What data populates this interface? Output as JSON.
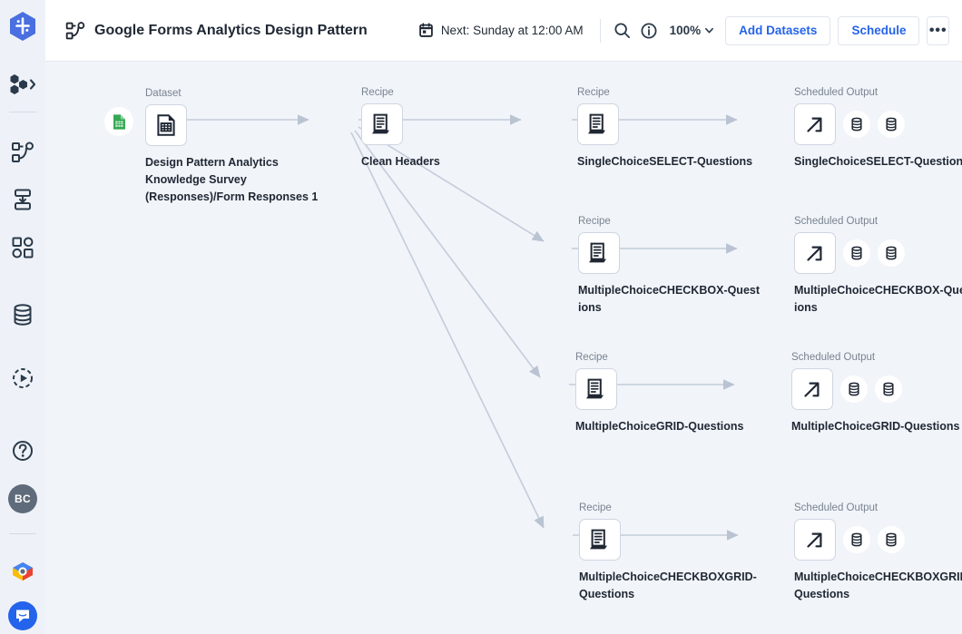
{
  "rail": {
    "logo": "dataiku-logo",
    "items": [
      {
        "name": "projects-hexagons-icon",
        "label": "Projects"
      },
      {
        "name": "flow-icon",
        "label": "Flow"
      },
      {
        "name": "prepare-icon",
        "label": "Recipes"
      },
      {
        "name": "apps-grid-icon",
        "label": "Apps"
      },
      {
        "name": "datasets-database-icon",
        "label": "Datasets"
      },
      {
        "name": "scenarios-play-icon",
        "label": "Scenarios"
      },
      {
        "name": "help-icon",
        "label": "Help"
      }
    ],
    "avatar": "BC",
    "cloud_logo": "google-cloud-icon",
    "chat": "intercom-chat-icon"
  },
  "header": {
    "flow_icon": "flow-icon",
    "title": "Google Forms Analytics Design Pattern",
    "calendar_icon": "calendar-icon",
    "next_run": "Next: Sunday at 12:00 AM",
    "search_icon": "search-icon",
    "info_icon": "info-icon",
    "zoom": "100%",
    "zoom_caret": "chevron-down-icon",
    "add_datasets_label": "Add Datasets",
    "schedule_label": "Schedule",
    "more_label": "•••"
  },
  "labels": {
    "dataset": "Dataset",
    "recipe": "Recipe",
    "scheduled_output": "Scheduled Output"
  },
  "flow": {
    "source": {
      "kind": "Dataset",
      "name": "Design Pattern Analytics Knowledge Survey (Responses)/Form Responses 1",
      "connector": "google-sheets-icon"
    },
    "clean": {
      "kind": "Recipe",
      "name": "Clean Headers"
    },
    "branches": [
      {
        "recipe_kind": "Recipe",
        "recipe_name": "SingleChoiceSELECT-Questions",
        "output_kind": "Scheduled Output",
        "output_name": "SingleChoiceSELECT-Questions"
      },
      {
        "recipe_kind": "Recipe",
        "recipe_name": "MultipleChoiceCHECKBOX-Questions",
        "output_kind": "Scheduled Output",
        "output_name": "MultipleChoiceCHECKBOX-Questions"
      },
      {
        "recipe_kind": "Recipe",
        "recipe_name": "MultipleChoiceGRID-Questions",
        "output_kind": "Scheduled Output",
        "output_name": "MultipleChoiceGRID-Questions"
      },
      {
        "recipe_kind": "Recipe",
        "recipe_name": "MultipleChoiceCHECKBOXGRID-Questions",
        "output_kind": "Scheduled Output",
        "output_name": "MultipleChoiceCHECKBOXGRID-Questions"
      }
    ]
  },
  "colors": {
    "accent": "#2463eb",
    "canvas_bg": "#f1f4f9",
    "rail_bg": "#eef2f8",
    "edge": "#c3ccda",
    "sheets_green": "#34a853"
  }
}
